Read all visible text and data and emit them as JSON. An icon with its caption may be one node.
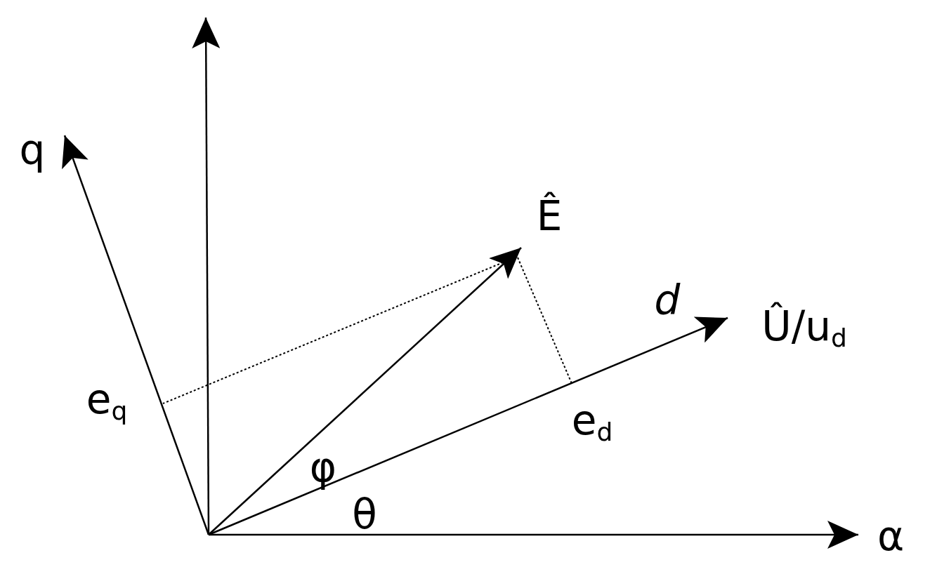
{
  "diagram": {
    "labels": [
      "q",
      "Ê",
      "d",
      "Û/u$_{d}$",
      "e$_{q}$",
      "e$_{d}$",
      "φ",
      "θ",
      "α"
    ]
  }
}
